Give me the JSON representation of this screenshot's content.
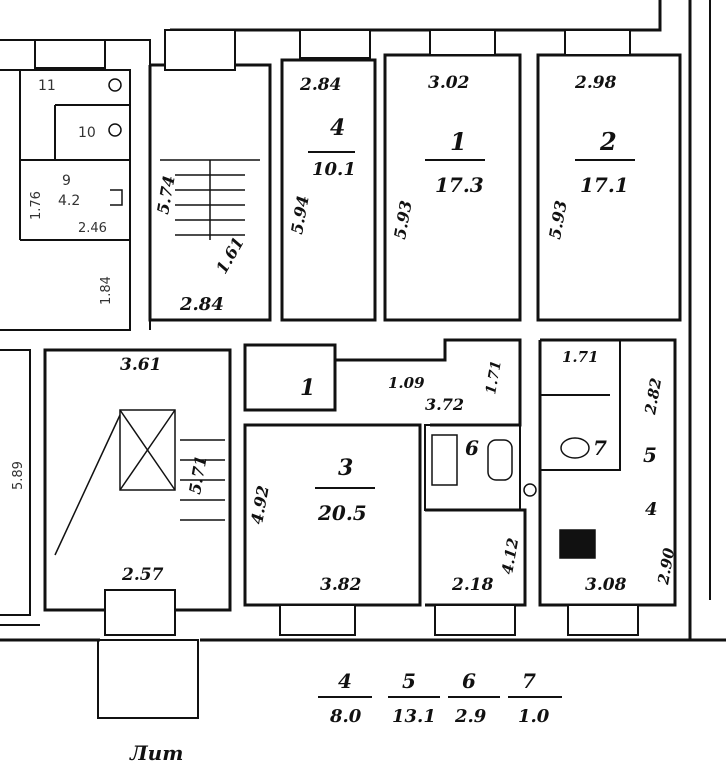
{
  "labels": {
    "left_rooms": {
      "room_11": "11",
      "room_10": "10",
      "room_9": "9",
      "room_9_area": "4.2",
      "dim_176": "1.76",
      "dim_246": "2.46",
      "dim_184": "1.84",
      "dim_589": "5.89"
    },
    "rooms": {
      "room_4_number": "4",
      "room_4_area": "10.1",
      "room_4_top_dim": "2.84",
      "room_4_side_dim": "5.94",
      "room_1_number": "1",
      "room_1_area": "17.3",
      "room_1_top_dim": "3.02",
      "room_1_side_dim": "5.93",
      "room_2_number": "2",
      "room_2_area": "17.1",
      "room_2_top_dim": "2.98",
      "room_2_side_dim": "5.93",
      "stair_side_dim": "5.74",
      "stair_small_dim": "1.61",
      "stair_bottom_dim": "2.84",
      "room_3_number": "3",
      "room_3_area": "20.5",
      "room_3_side_dim": "4.92",
      "room_3_bottom_dim": "3.82",
      "corridor_number": "1",
      "corridor_dim_a": "1.09",
      "corridor_dim_b": "3.72",
      "corridor_dim_c": "1.71",
      "bath_number": "6",
      "kitchen_bottom_dim": "2.18",
      "kitchen_side_dim": "4.12",
      "wc_top_dim": "1.71",
      "wc_side_dim": "2.82",
      "wc_number": "7",
      "room_5_number": "5",
      "room_5_bottom_dim": "3.08",
      "room_5_side_dim": "2.90",
      "room_5_num4": "4",
      "lift_top_dim": "3.61",
      "lift_side_dim": "5.71",
      "entry_dim": "2.57"
    },
    "legend": [
      {
        "num": "4",
        "area": "8.0"
      },
      {
        "num": "5",
        "area": "13.1"
      },
      {
        "num": "6",
        "area": "2.9"
      },
      {
        "num": "7",
        "area": "1.0"
      }
    ],
    "signature": "Лит"
  }
}
